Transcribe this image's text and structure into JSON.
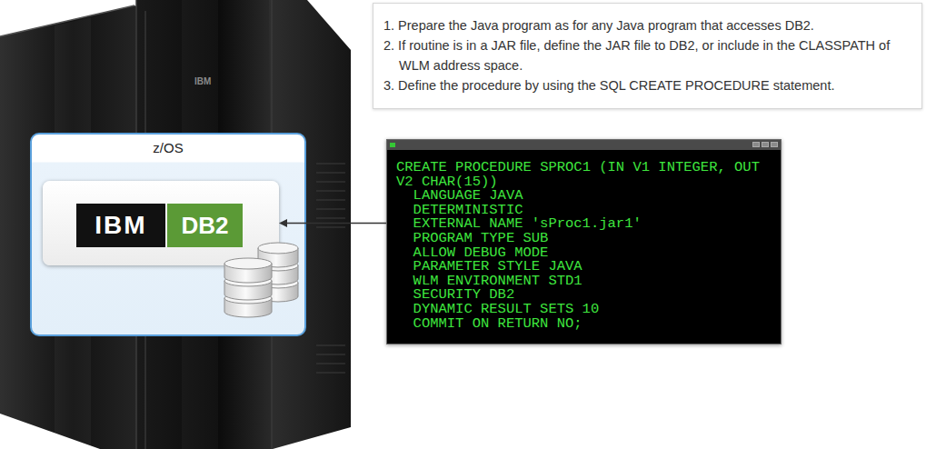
{
  "diagram": {
    "nodes": [
      {
        "text": [
          "z/OS"
        ]
      },
      {
        "text": [
          "IBM",
          "DB2"
        ],
        "in": 0
      },
      {
        "text": [
          "1. Prepare the Java program as for any Java program that accesses DB2.",
          "2. If routine is in a JAR file, define the JAR file to DB2, or include in the CLASSPATH of WLM address space.",
          "3. Define the procedure by using the SQL CREATE PROCEDURE statement."
        ]
      },
      {
        "text": [
          "CREATE PROCEDURE SPROC1 (IN V1 INTEGER, OUT V2 CHAR(15))",
          "LANGUAGE JAVA",
          "DETERMINISTIC",
          "EXTERNAL NAME 'sProc1.jar1'",
          "PROGRAM TYPE SUB",
          "ALLOW DEBUG MODE",
          "PARAMETER STYLE JAVA",
          "WLM ENVIRONMENT STD1",
          "SECURITY DB2",
          "DYNAMIC RESULT SETS 10",
          "COMMIT ON RETURN NO;"
        ]
      }
    ],
    "edges": [
      {
        "from": 3,
        "to": 1,
        "arrow": "to"
      }
    ],
    "labels": [
      "IBM"
    ]
  }
}
